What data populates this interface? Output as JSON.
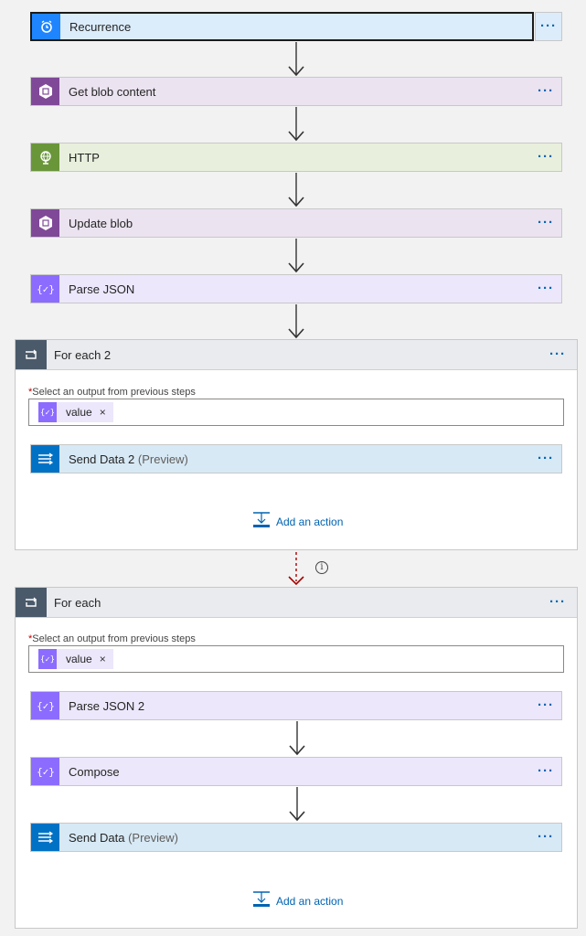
{
  "steps": [
    {
      "label": "Recurrence",
      "icon": "alarm-clock-icon"
    },
    {
      "label": "Get blob content",
      "icon": "blob-storage-icon"
    },
    {
      "label": "HTTP",
      "icon": "globe-icon"
    },
    {
      "label": "Update blob",
      "icon": "blob-storage-icon"
    },
    {
      "label": "Parse JSON",
      "icon": "json-braces-icon"
    }
  ],
  "more_label": "···",
  "loop1": {
    "title": "For each 2",
    "field_label": "Select an output from previous steps",
    "required_mark": "*",
    "token": {
      "label": "value",
      "remove": "×"
    },
    "inner_steps": [
      {
        "label": "Send Data 2",
        "suffix": "(Preview)"
      }
    ],
    "add_action": "Add an action"
  },
  "loop2": {
    "title": "For each",
    "field_label": "Select an output from previous steps",
    "required_mark": "*",
    "token": {
      "label": "value",
      "remove": "×"
    },
    "inner_steps": [
      {
        "label": "Parse JSON 2"
      },
      {
        "label": "Compose"
      },
      {
        "label": "Send Data",
        "suffix": "(Preview)"
      }
    ],
    "add_action": "Add an action"
  },
  "info_symbol": "i",
  "colors": {
    "accent_blue": "#0063b1",
    "recurrence": "#1f85ff",
    "blob": "#804998",
    "http": "#6a963a",
    "json": "#8c6cff",
    "send_data": "#0072c6",
    "dashed_arrow": "#a80000"
  }
}
